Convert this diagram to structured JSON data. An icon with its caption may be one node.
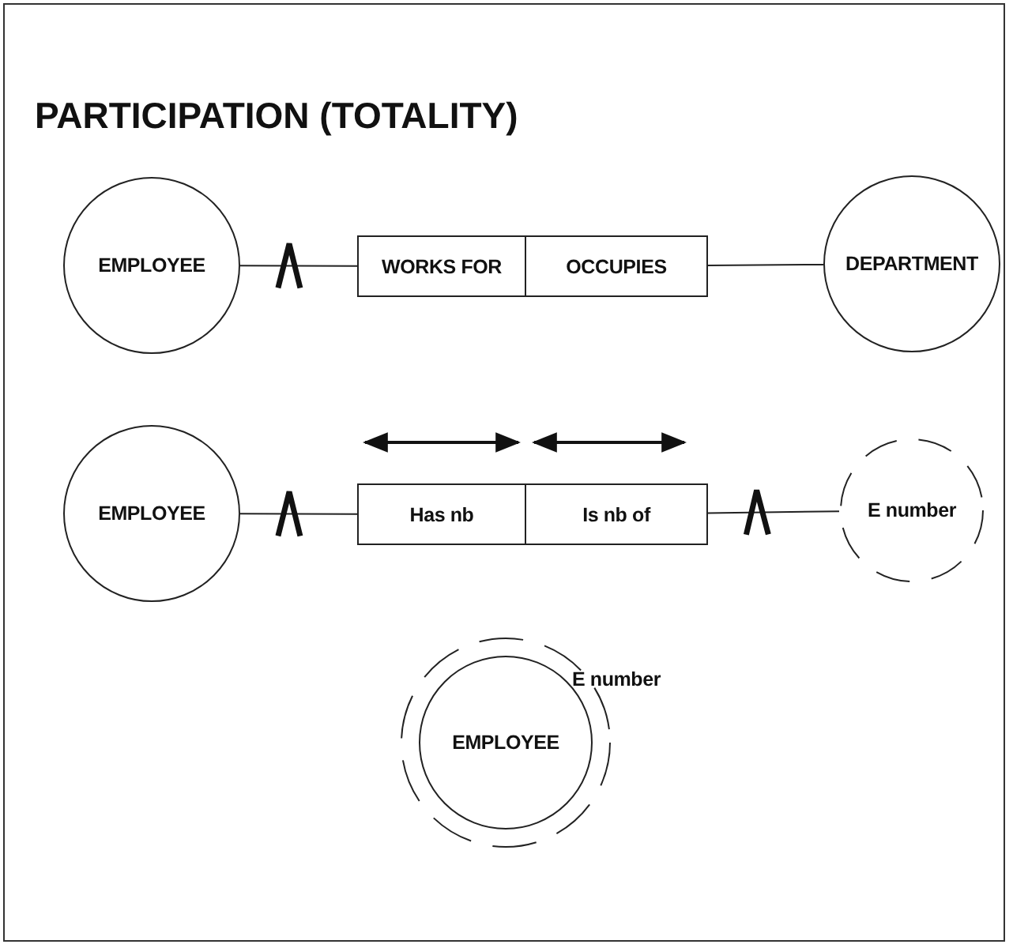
{
  "diagram": {
    "title": "PARTICIPATION (TOTALITY)",
    "nodes": [
      {
        "text": [
          "EMPLOYEE"
        ]
      },
      {
        "text": [
          "WORKS FOR"
        ]
      },
      {
        "text": [
          "OCCUPIES"
        ]
      },
      {
        "text": [
          "DEPARTMENT"
        ]
      },
      {
        "text": [
          "EMPLOYEE"
        ]
      },
      {
        "text": [
          "Has nb"
        ]
      },
      {
        "text": [
          "Is nb of"
        ]
      },
      {
        "text": [
          "E number"
        ]
      },
      {
        "text": [
          "E number"
        ]
      },
      {
        "text": [
          "EMPLOYEE"
        ],
        "in": 8
      }
    ],
    "edges": [
      {
        "from": 0,
        "to": 1,
        "arrow": "other"
      },
      {
        "from": 2,
        "to": 3,
        "arrow": "none"
      },
      {
        "from": 4,
        "to": 5,
        "arrow": "other"
      },
      {
        "from": 6,
        "to": 7,
        "arrow": "other"
      }
    ]
  }
}
